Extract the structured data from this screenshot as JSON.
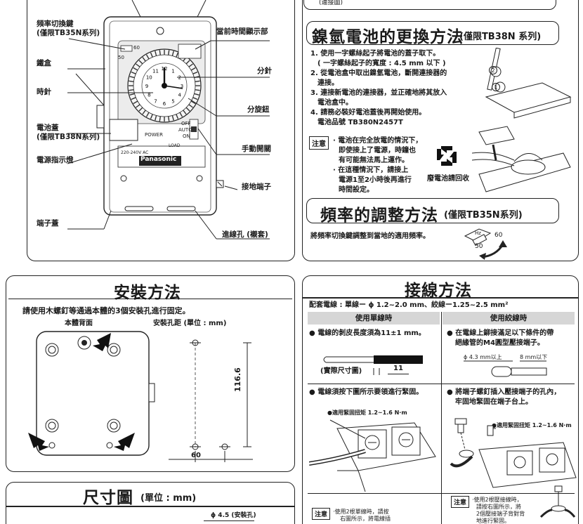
{
  "top_left": {
    "labels": {
      "freq_switch": "頻率切換鍵",
      "freq_switch_note": "(僅限TB35N系列)",
      "iron_box": "鐵盒",
      "hour_hand": "時針",
      "battery_cover": "電池蓋",
      "battery_cover_note": "(僅限TB38N系列)",
      "power_led": "電源指示燈",
      "terminal_cover": "端子蓋",
      "current_time": "當前時間顯示部",
      "minute_hand": "分針",
      "minute_knob": "分旋鈕",
      "manual_switch": "手動開關",
      "ground_terminal": "接地端子",
      "inlet": "進線孔 (襯套)"
    },
    "device": {
      "brand": "Panasonic",
      "voltage": "220-240V AC",
      "power": "POWER",
      "off": "OFF",
      "auto": "AUTO",
      "on": "ON",
      "load": "LOAD",
      "freq_50": "50",
      "freq_60": "60",
      "dial_numbers": [
        "12",
        "1",
        "2",
        "3",
        "4",
        "5",
        "6",
        "7",
        "8",
        "9",
        "10",
        "11"
      ]
    }
  },
  "battery": {
    "top_stub": "(連接圖)",
    "title": "鎳氫電池的更換方法",
    "title_note": "(僅限TB38N 系列)",
    "steps": [
      "1. 使用一字螺絲起子將電池的蓋子取下。",
      "( 一字螺絲起子的寬度 : 4.5 mm 以下 )",
      "2. 從電池盒中取出鎳氫電池，斷開連接器的",
      "連接。",
      "3. 連接新電池的連接器，並正確地將其放入",
      "電池盒中。",
      "4. 請務必裝好電池蓋後再開始使用。",
      "電池品號 TB380N2457T"
    ],
    "note_tag": "注意",
    "notes": [
      "· 電池在完全放電的情況下，",
      "即使接上了電源，時鐘也",
      "有可能無法馬上運作。",
      "· 在這種情況下，請接上",
      "電源1至2小時後再進行",
      "時間設定。"
    ],
    "recycle_label": "廢電池請回收",
    "diagram_nums": [
      "1",
      "2"
    ]
  },
  "frequency": {
    "title": "頻率的調整方法",
    "title_note": "(僅限TB35N系列)",
    "text": "將頻率切換鍵調整到當地的適用頻率。",
    "hz": "Hz",
    "v60": "60",
    "v50": "50"
  },
  "install": {
    "title": "安裝方法",
    "text": "請使用木螺釘等通過本體的3個安裝孔進行固定。",
    "back_label": "本體背面",
    "hole_pitch_label": "安裝孔距 (單位 : mm)",
    "dim_v": "116.6",
    "dim_h": "60"
  },
  "dimension": {
    "title": "尺寸圖",
    "title_note": "(單位 : mm)",
    "hole_label": "ϕ 4.5 (安裝孔)"
  },
  "wiring": {
    "title": "接線方法",
    "spec": "配套電線 : 單線ー ϕ 1.2~2.0 mm、絞線ー1.25~2.5 mm²",
    "col_single": "使用單線時",
    "col_stranded": "使用絞線時",
    "single_1": "● 電線的剝皮長度須為11±1 mm。",
    "actual_size": "(實際尺寸圖)",
    "actual_val": "11",
    "stranded_1a": "● 在電線上鉚接滿足以下條件的帶",
    "stranded_1b": "絕緣管的M4圓型壓接端子。",
    "phi_label": "ϕ 4.3 mm以上",
    "mm8_label": "8 mm以下",
    "single_2": "● 電線須按下圖所示要領進行緊固。",
    "torque": "●適用緊固扭矩 1.2~1.6 N·m",
    "stranded_2a": "● 將端子螺釘插入壓接端子的孔內，",
    "stranded_2b": "牢固地緊固在端子台上。",
    "note_tag": "注意",
    "note_single_a": "·使用2根單線時，請按",
    "note_single_b": "右圖所示，將電線插",
    "note_str_a": "·使用2根壓接線時，",
    "note_str_b": "請按右圖所示，將",
    "note_str_c": "2個壓接端子背對背",
    "note_str_d": "地進行緊固。"
  }
}
